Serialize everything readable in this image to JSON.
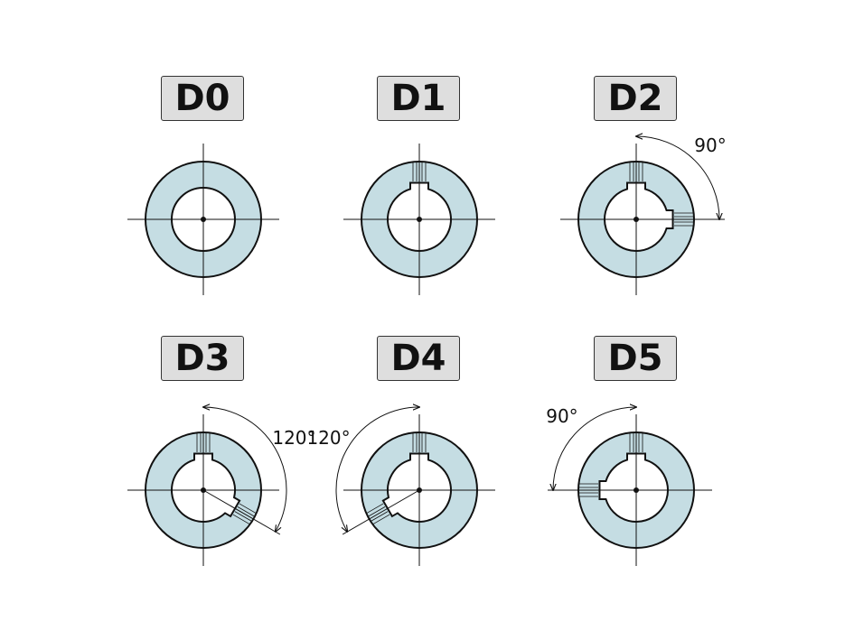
{
  "colors": {
    "ring_fill": "#c5dde3",
    "stroke": "#111111",
    "label_bg": "#dedede"
  },
  "variants": [
    {
      "code": "D0",
      "keyways": [],
      "arc": null
    },
    {
      "code": "D1",
      "keyways": [
        0
      ],
      "arc": null
    },
    {
      "code": "D2",
      "keyways": [
        0,
        90
      ],
      "arc": {
        "from": 0,
        "to": 90,
        "label": "90°"
      }
    },
    {
      "code": "D3",
      "keyways": [
        0,
        120
      ],
      "arc": {
        "from": 0,
        "to": 120,
        "label": "120°"
      }
    },
    {
      "code": "D4",
      "keyways": [
        0,
        240
      ],
      "arc": {
        "from": 0,
        "to": -120,
        "label": "120°"
      }
    },
    {
      "code": "D5",
      "keyways": [
        0,
        270
      ],
      "arc": {
        "from": 0,
        "to": -90,
        "label": "90°"
      }
    }
  ]
}
